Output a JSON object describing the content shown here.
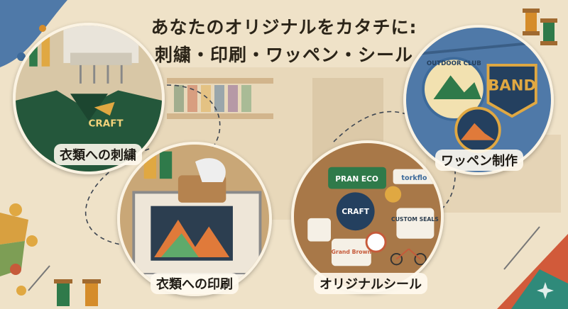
{
  "headline": {
    "line1": "あなたのオリジナルをカタチに:",
    "line2": "刺繍・印刷・ワッペン・シール"
  },
  "services": {
    "embroidery": {
      "label": "衣類への刺繍",
      "logo_text": "CRAFT"
    },
    "printing": {
      "label": "衣類への印刷"
    },
    "patches": {
      "label": "ワッペン制作",
      "patch1": "OUTDOOR CLUB",
      "patch2": "BAND"
    },
    "stickers": {
      "label": "オリジナルシール",
      "sticker1": "PRAN ECO",
      "sticker2": "torkflo",
      "sticker3": "CRAFT",
      "sticker4": "CUSTOM SEALS",
      "sticker5": "Grand Brown"
    }
  },
  "colors": {
    "accent_green": "#24573b",
    "denim": "#4f79a8",
    "wood": "#b5834f"
  },
  "icons": [
    "sewing-machine-icon",
    "spool-icon",
    "needle-icon",
    "button-icon",
    "sparkle-icon"
  ]
}
